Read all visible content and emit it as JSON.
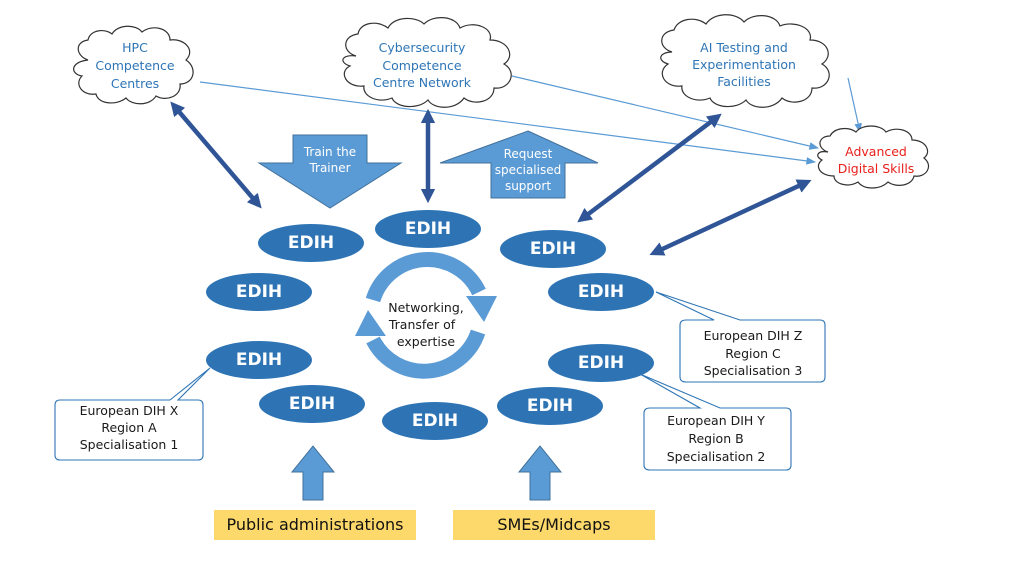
{
  "clouds": {
    "hpc": [
      "HPC",
      "Competence",
      "Centres"
    ],
    "cyber": [
      "Cybersecurity",
      "Competence",
      "Centre Network"
    ],
    "ai": [
      "AI Testing and",
      "Experimentation",
      "Facilities"
    ],
    "skills": [
      "Advanced",
      "Digital Skills"
    ]
  },
  "arrows": {
    "train": [
      "Train the",
      "Trainer"
    ],
    "request": [
      "Request",
      "specialised",
      "support"
    ]
  },
  "hub_label": "EDIH",
  "center": [
    "Networking,",
    "Transfer of",
    "expertise"
  ],
  "callouts": {
    "x": [
      "European DIH X",
      "Region A",
      "Specialisation 1"
    ],
    "y": [
      "European DIH Y",
      "Region B",
      "Specialisation 2"
    ],
    "z": [
      "European DIH Z",
      "Region C",
      "Specialisation 3"
    ]
  },
  "bottom": {
    "public": "Public administrations",
    "smes": "SMEs/Midcaps"
  },
  "colors": {
    "hub": "#2e74b5",
    "arrow_fill": "#5b9bd5",
    "link": "#2f5597",
    "cloud_text": "#2e75b6",
    "skills_text": "#e8201c",
    "label_bg": "#fdd96b"
  }
}
